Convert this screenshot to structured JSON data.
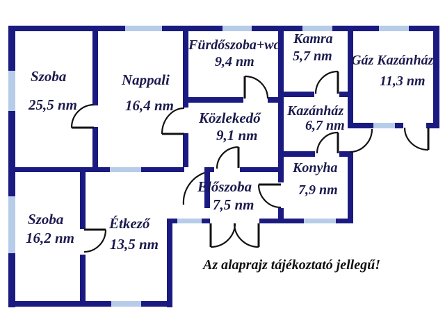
{
  "plan": {
    "disclaimer": "Az alaprajz tájékoztató jellegű!",
    "area_unit": "nm",
    "rooms": [
      {
        "name": "Szoba",
        "area": "25,5 nm"
      },
      {
        "name": "Nappali",
        "area": "16,4 nm"
      },
      {
        "name": "Fürdőszoba+wc",
        "area": "9,4 nm"
      },
      {
        "name": "Kamra",
        "area": "5,7 nm"
      },
      {
        "name": "Gáz Kazánház",
        "area": "11,3 nm"
      },
      {
        "name": "Közlekedő",
        "area": "9,1 nm"
      },
      {
        "name": "Kazánház",
        "area": "6,7 nm"
      },
      {
        "name": "Konyha",
        "area": "7,9 nm"
      },
      {
        "name": "Előszoba",
        "area": "7,5 nm"
      },
      {
        "name": "Szoba",
        "area": "16,2 nm"
      },
      {
        "name": "Étkező",
        "area": "13,5 nm"
      }
    ],
    "colors": {
      "wall": "#1a1a80",
      "window": "#b7cce8",
      "door_line": "#131313",
      "text": "#1b1b4e",
      "background": "#ffffff"
    }
  }
}
